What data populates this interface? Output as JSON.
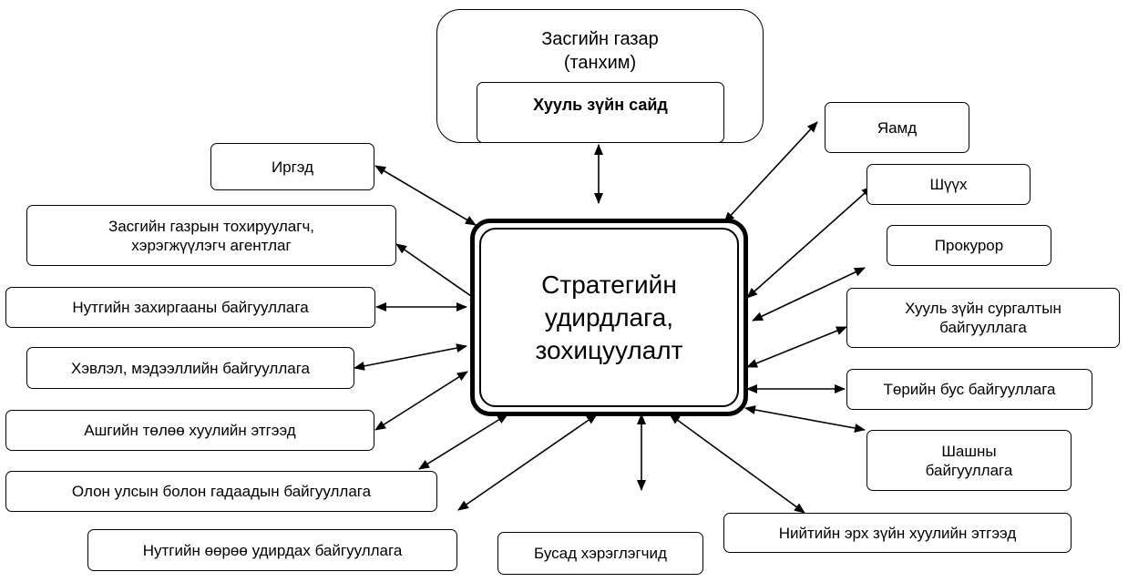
{
  "government": {
    "title": "Засгийн газар\n(танхим)",
    "legal_advisor": "Хууль зүйн сайд"
  },
  "center": {
    "label": "Стратегийн\nудирдлага,\nзохицуулалт"
  },
  "stakeholders": {
    "citizens": "Иргэд",
    "regulatory_agency": "Засгийн газрын тохируулагч,\nхэрэгжүүлэгч  агентлаг",
    "local_administration": "Нутгийн захиргааны байгууллага",
    "media": "Хэвлэл, мэдээллийн байгууллага",
    "for_profit_entities": "Ашгийн төлөө хуулийн этгээд",
    "international_orgs": "Олон улсын болон гадаадын байгууллага",
    "local_self_government": "Нутгийн өөрөө удирдах байгууллага",
    "other_users": "Бусад хэрэглэгчид",
    "public_legal_entities": "Нийтийн эрх зүйн хуулийн этгээд",
    "religious_orgs": "Шашны\nбайгууллага",
    "ngos": "Төрийн бус байгууллага",
    "legal_training_orgs": "Хууль зүйн сургалтын\nбайгууллага",
    "prosecutor": "Прокурор",
    "court": "Шүүх",
    "ministry": "Яамд"
  }
}
